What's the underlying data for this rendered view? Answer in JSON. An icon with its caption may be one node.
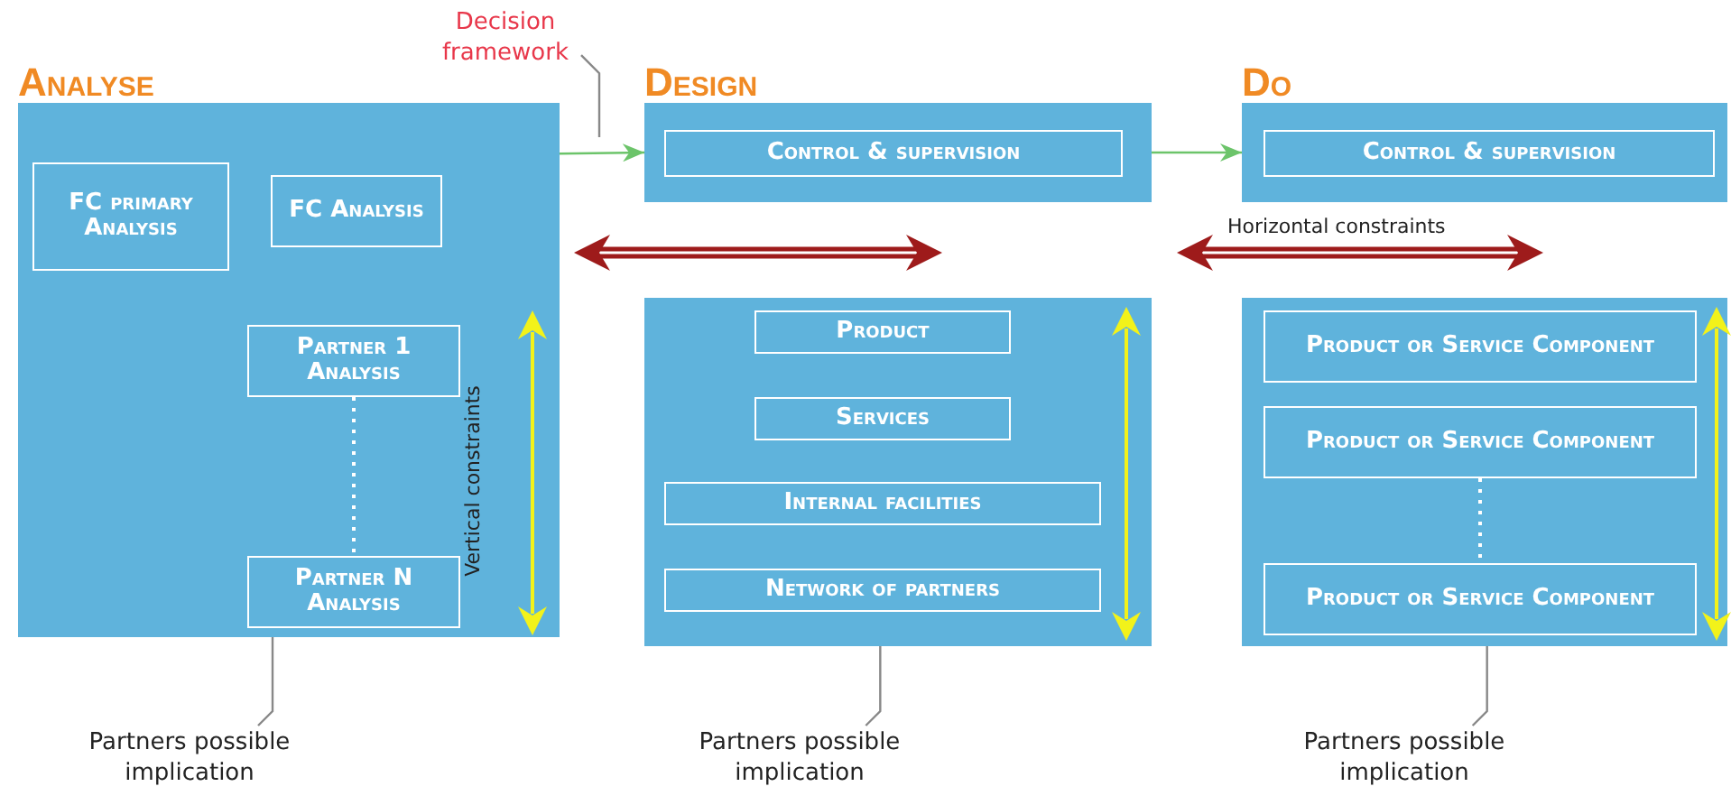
{
  "diagram": {
    "nodes": [
      {
        "text": [
          "Analyse"
        ]
      },
      {
        "text": [
          "FC primary Analysis"
        ],
        "in": 0
      },
      {
        "text": [
          "FC Analysis"
        ],
        "in": 0
      },
      {
        "text": [
          "Partner 1 Analysis"
        ],
        "in": 0
      },
      {
        "text": [
          "Partner N Analysis"
        ],
        "in": 0
      },
      {
        "text": [
          "Design"
        ]
      },
      {
        "text": [
          "Control & supervision"
        ],
        "in": 5
      },
      {
        "text": [],
        "shape": "box"
      },
      {
        "text": [
          "Product"
        ],
        "in": 7
      },
      {
        "text": [
          "Services"
        ],
        "in": 7
      },
      {
        "text": [
          "Internal facilities"
        ],
        "in": 7
      },
      {
        "text": [
          "Network of partners"
        ],
        "in": 7
      },
      {
        "text": [
          "Do"
        ]
      },
      {
        "text": [
          "Control & supervision"
        ],
        "in": 12
      },
      {
        "text": [],
        "shape": "box"
      },
      {
        "text": [
          "Product or Service Component"
        ],
        "in": 14
      },
      {
        "text": [
          "Product or Service Component"
        ],
        "in": 14
      },
      {
        "text": [
          "Product or Service Component"
        ],
        "in": 14
      },
      {
        "text": [
          "Decision framework"
        ]
      },
      {
        "text": [
          "Partners possible implication"
        ]
      },
      {
        "text": [
          "Partners possible implication"
        ]
      },
      {
        "text": [
          "Partners possible implication"
        ]
      }
    ],
    "edges": [
      {
        "from": 0,
        "to": 5,
        "arrow": "to",
        "color": "#6cc46a"
      },
      {
        "from": 5,
        "to": 12,
        "arrow": "to",
        "color": "#6cc46a"
      },
      {
        "from": 18,
        "to": null,
        "arrow": "none"
      },
      {
        "from": 19,
        "to": 0,
        "arrow": "none"
      },
      {
        "from": 20,
        "to": 7,
        "arrow": "none"
      },
      {
        "from": 21,
        "to": 14,
        "arrow": "none"
      },
      {
        "from": 3,
        "to": 4,
        "arrow": "none",
        "style": "dashed",
        "color": "#ffffff"
      },
      {
        "from": 16,
        "to": 17,
        "arrow": "none",
        "style": "dashed",
        "color": "#ffffff"
      }
    ],
    "labels": [
      "Horizontal constraints",
      "Vertical constraints"
    ]
  }
}
